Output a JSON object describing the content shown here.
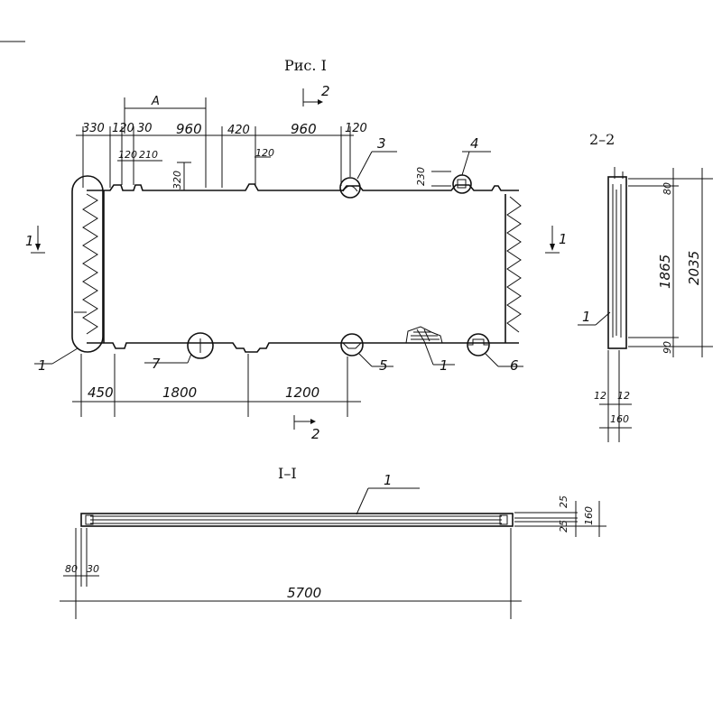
{
  "figure": {
    "title": "Рис. I",
    "section_2_2_title": "2–2",
    "section_1_1_title": "I–I"
  },
  "plan": {
    "section_marks": {
      "top": "2",
      "bottom": "2",
      "left": "1",
      "right": "1"
    },
    "top_dims": [
      "330",
      "120",
      "30",
      "960",
      "420",
      "960",
      "120"
    ],
    "top_dim_A": "А",
    "small_dims": [
      "120",
      "210",
      "320",
      "120",
      "230"
    ],
    "bottom_dims": [
      "450",
      "1800",
      "1200"
    ],
    "callouts": [
      "1",
      "3",
      "4",
      "7",
      "5",
      "1",
      "6"
    ]
  },
  "section_2_2": {
    "callout": "1",
    "heights": [
      "80",
      "1865",
      "2035",
      "90"
    ],
    "widths": [
      "12",
      "12",
      "160"
    ]
  },
  "section_1_1": {
    "callout": "1",
    "left_dims": [
      "80",
      "30"
    ],
    "right_dims": [
      "25",
      "25",
      "160"
    ],
    "length": "5700"
  }
}
